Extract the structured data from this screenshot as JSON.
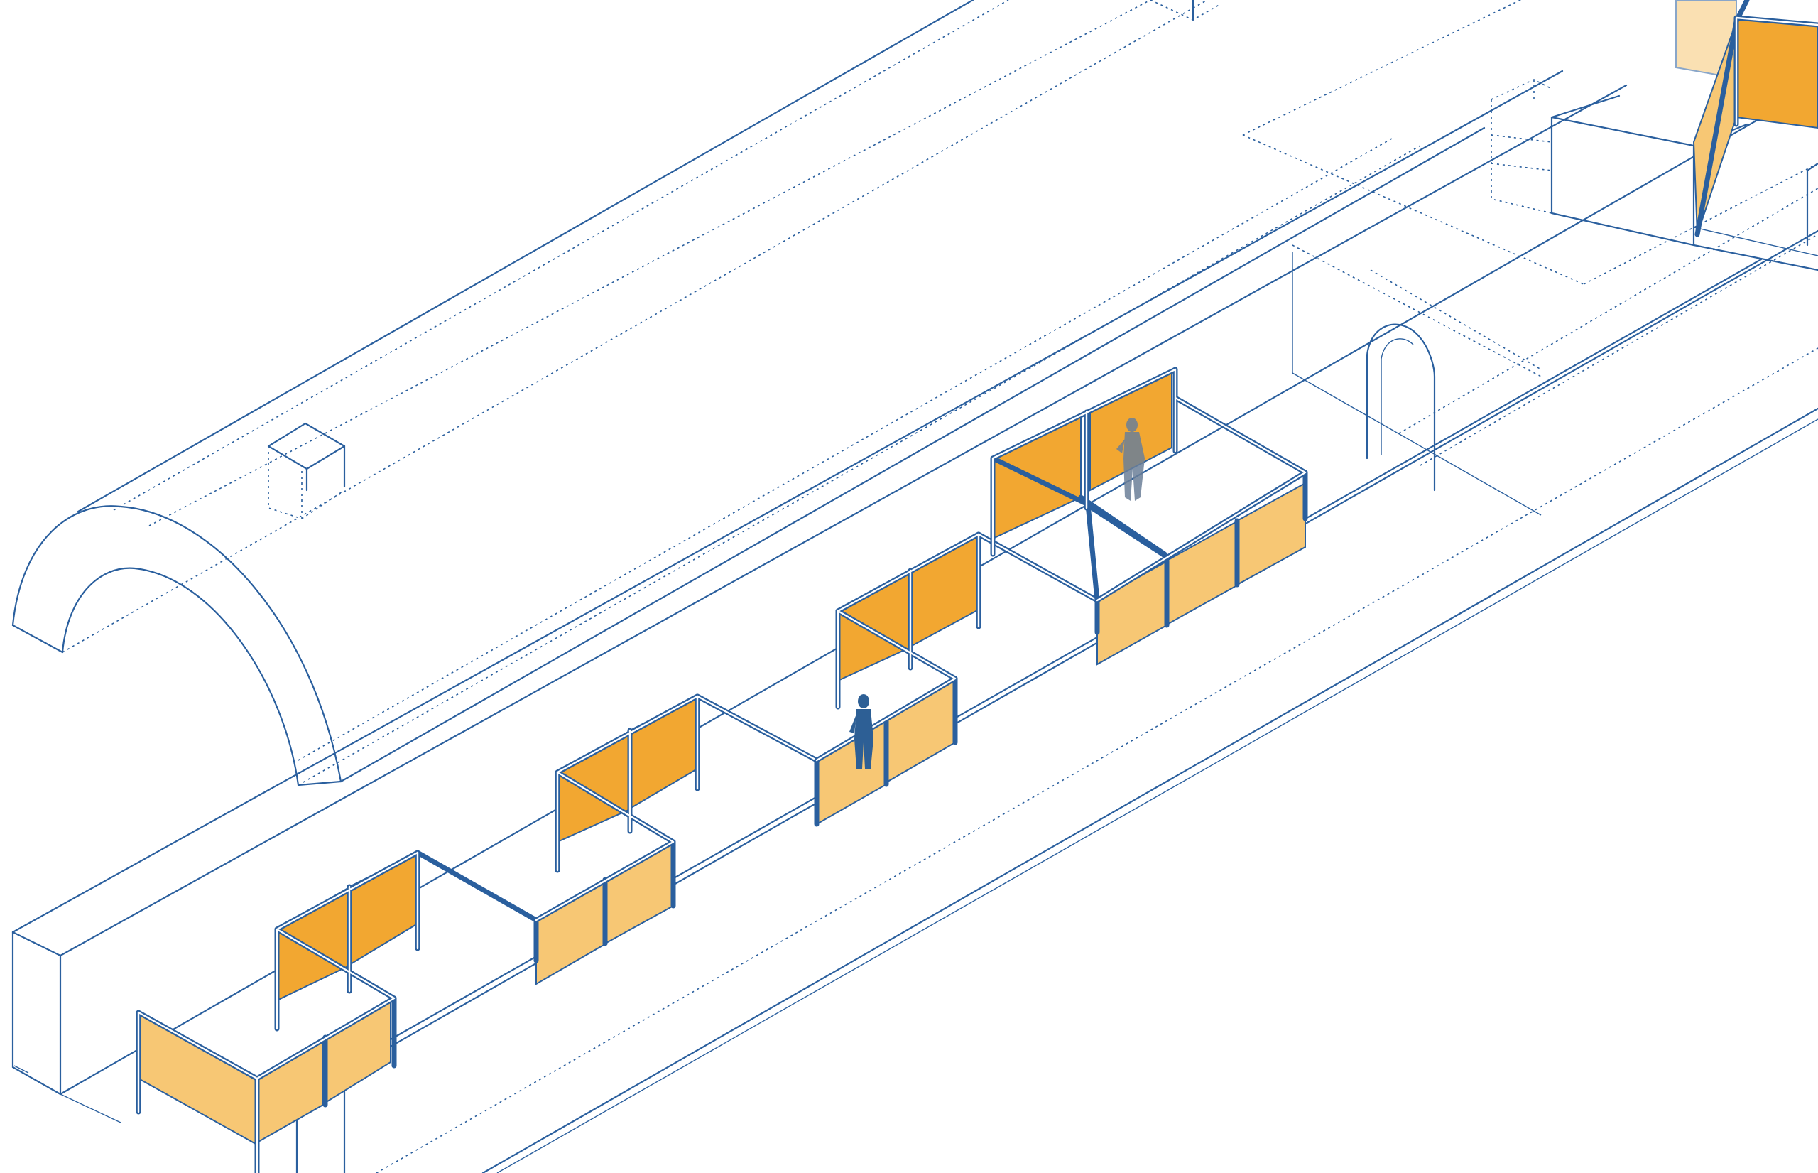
{
  "colors": {
    "line": "#2a5f9e",
    "panel_dark": "#f2a731",
    "panel_light": "#f7c774",
    "background": "#ffffff",
    "figure": "#2d5f95"
  },
  "elements": {
    "vault": "barrel-vault-roof",
    "platform": "station-platform",
    "stalls": "market-stall-modules",
    "figures": "people-figures"
  }
}
